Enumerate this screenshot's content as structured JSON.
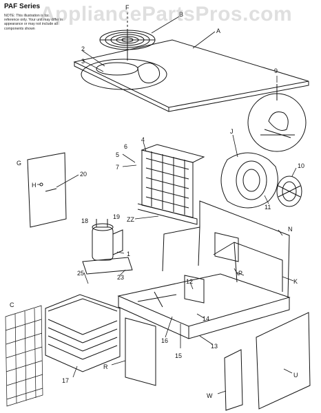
{
  "header": {
    "series_title": "PAF Series",
    "note": "NOTE: This illustration is for reference only. Your unit may differ in appearance or may not include all components shown",
    "watermark": "AppliancePartsPros.com"
  },
  "callouts": {
    "A": "A",
    "B": "B",
    "C": "C",
    "F": "F",
    "G": "G",
    "H": "H",
    "J": "J",
    "K": "K",
    "N": "N",
    "P": "P",
    "R": "R",
    "U": "U",
    "W": "W",
    "ZZ": "ZZ",
    "n1": "1",
    "n2": "2",
    "n3": "3",
    "n4": "4",
    "n5": "5",
    "n6": "6",
    "n7": "7",
    "n9": "9",
    "n10": "10",
    "n11": "11",
    "n12": "12",
    "n13": "13",
    "n14": "14",
    "n15": "15",
    "n16": "16",
    "n17": "17",
    "n18": "18",
    "n19": "19",
    "n20": "20",
    "n23": "23",
    "n25": "25"
  },
  "colors": {
    "line": "#111111",
    "watermark": "#aaaaaa"
  }
}
